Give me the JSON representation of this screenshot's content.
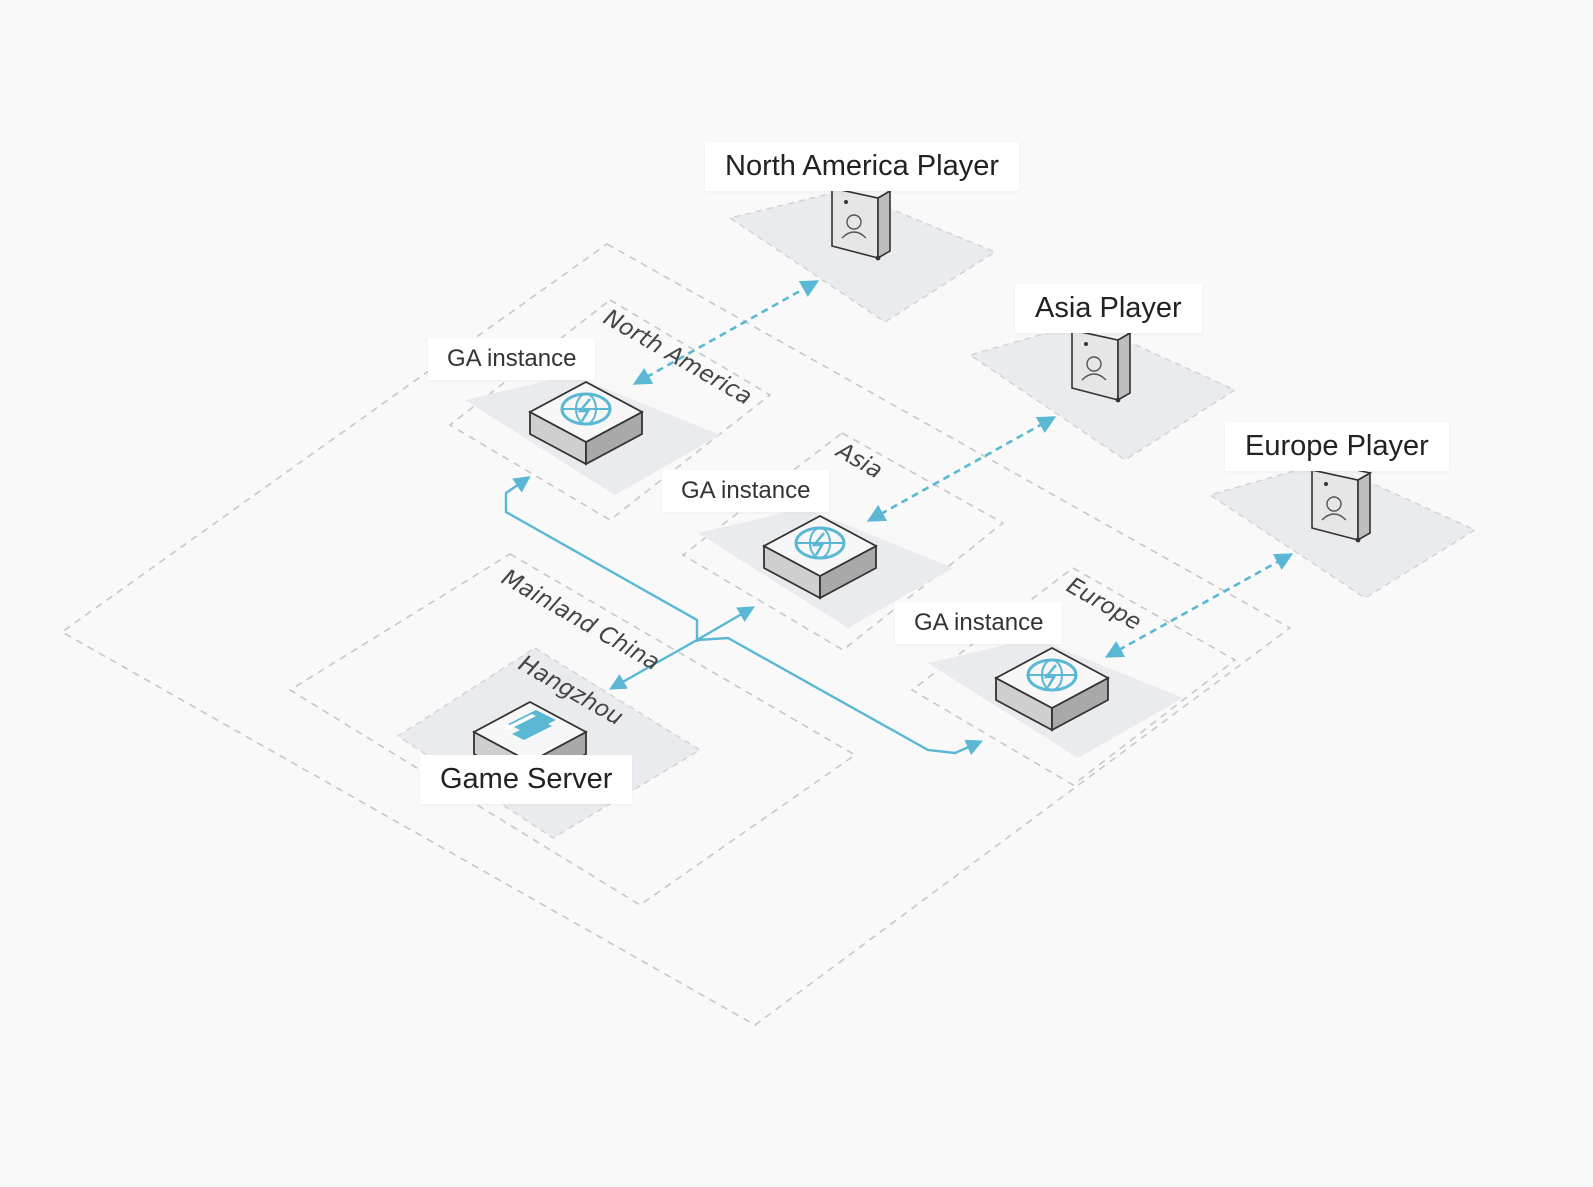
{
  "players": {
    "north_america": "North America Player",
    "asia": "Asia Player",
    "europe": "Europe Player"
  },
  "regions": {
    "north_america": "North America",
    "asia": "Asia",
    "europe": "Europe",
    "mainland_china": "Mainland China",
    "hangzhou": "Hangzhou"
  },
  "ga_instances": {
    "north_america": "GA instance",
    "asia": "GA instance",
    "europe": "GA instance"
  },
  "game_server": "Game Server",
  "icons": {
    "player": "player-terminal-icon",
    "ga": "global-acceleration-globe-icon",
    "server": "server-icon"
  },
  "colors": {
    "accent": "#5ab8d4",
    "dashed": "#c8c8c8",
    "platform": "#e9ebee"
  }
}
